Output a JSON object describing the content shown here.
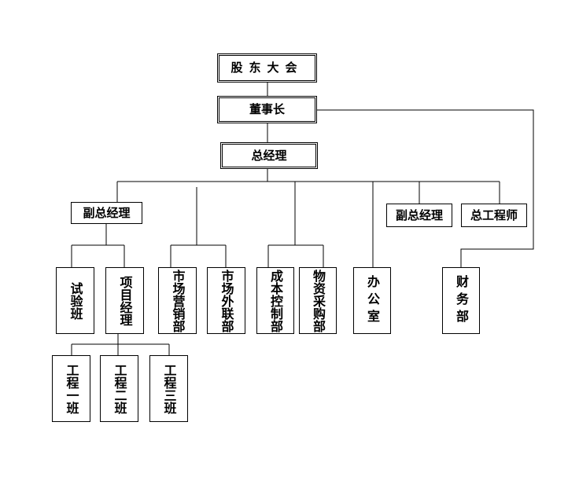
{
  "org_chart": {
    "shareholders_meeting": "股东大会",
    "chairman": "董事长",
    "general_manager": "总经理",
    "deputy_gm_left": "副总经理",
    "deputy_gm_right": "副总经理",
    "chief_engineer": "总工程师",
    "test_team": "试验班",
    "project_manager": "项目经理",
    "marketing_dept": "市场营销部",
    "external_relations_dept": "市场外联部",
    "cost_control_dept": "成本控制部",
    "procurement_dept": "物资采购部",
    "office": "办公室",
    "finance_dept": "财务部",
    "engineering_team_1": "工程一班",
    "engineering_team_2": "工程二班",
    "engineering_team_3": "工程三班"
  }
}
